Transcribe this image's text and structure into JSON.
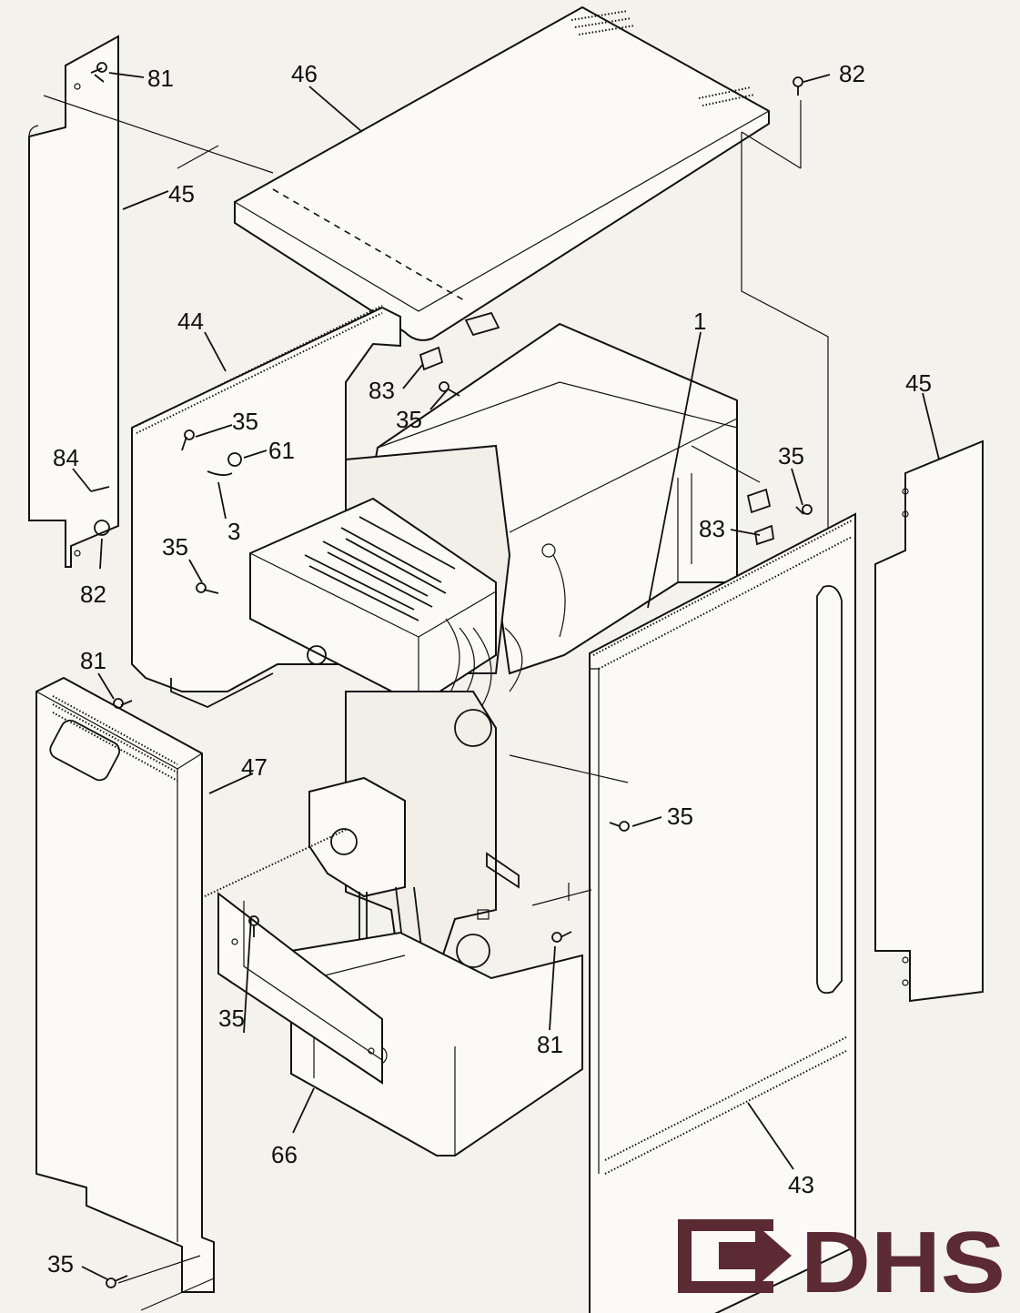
{
  "part_labels": {
    "p1": "1",
    "p3": "3",
    "p35a": "35",
    "p35b": "35",
    "p35c": "35",
    "p35d": "35",
    "p35e": "35",
    "p35f": "35",
    "p35g": "35",
    "p43": "43",
    "p44": "44",
    "p45a": "45",
    "p45b": "45",
    "p46": "46",
    "p47": "47",
    "p61": "61",
    "p66": "66",
    "p81a": "81",
    "p81b": "81",
    "p81c": "81",
    "p82a": "82",
    "p82b": "82",
    "p83a": "83",
    "p83b": "83",
    "p84": "84"
  },
  "logo": {
    "text": "DHS",
    "color": "#5b2a33"
  }
}
